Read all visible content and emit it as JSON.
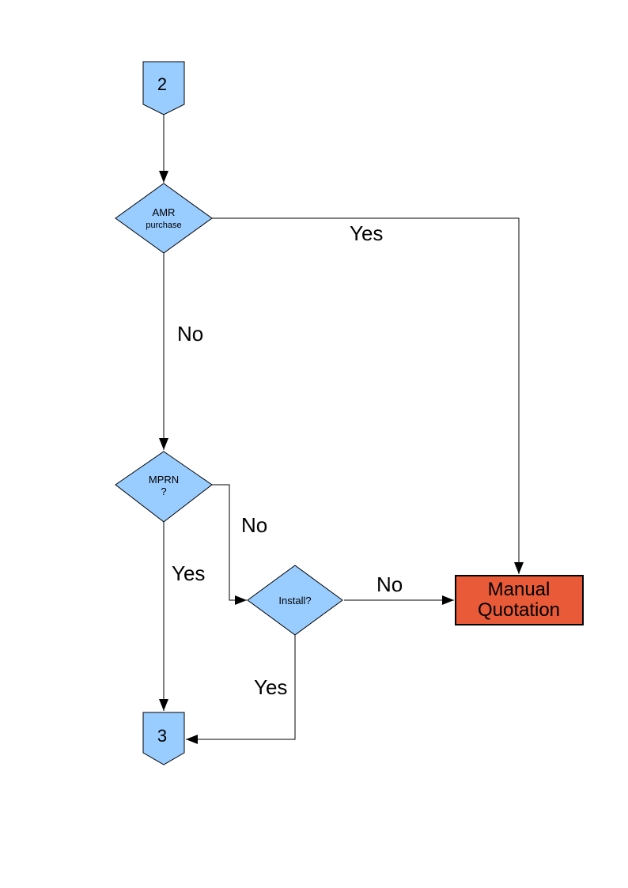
{
  "diagram": {
    "type": "flowchart",
    "nodes": {
      "connector_top": {
        "label": "2",
        "shape": "off-page-connector"
      },
      "amr_decision": {
        "line1": "AMR",
        "line2": "purchase",
        "shape": "decision-diamond"
      },
      "mprn_decision": {
        "line1": "MPRN",
        "line2": "?",
        "shape": "decision-diamond"
      },
      "install_decision": {
        "label": "Install?",
        "shape": "decision-diamond"
      },
      "manual_quotation": {
        "line1": "Manual",
        "line2": "Quotation",
        "shape": "process-rect"
      },
      "connector_bottom": {
        "label": "3",
        "shape": "off-page-connector"
      }
    },
    "edge_labels": {
      "amr_yes": "Yes",
      "amr_no": "No",
      "mprn_no": "No",
      "mprn_yes": "Yes",
      "install_no": "No",
      "install_yes": "Yes"
    },
    "colors": {
      "shape_blue": "#99CCFF",
      "shape_orange": "#E85A38",
      "line": "#000000"
    }
  }
}
